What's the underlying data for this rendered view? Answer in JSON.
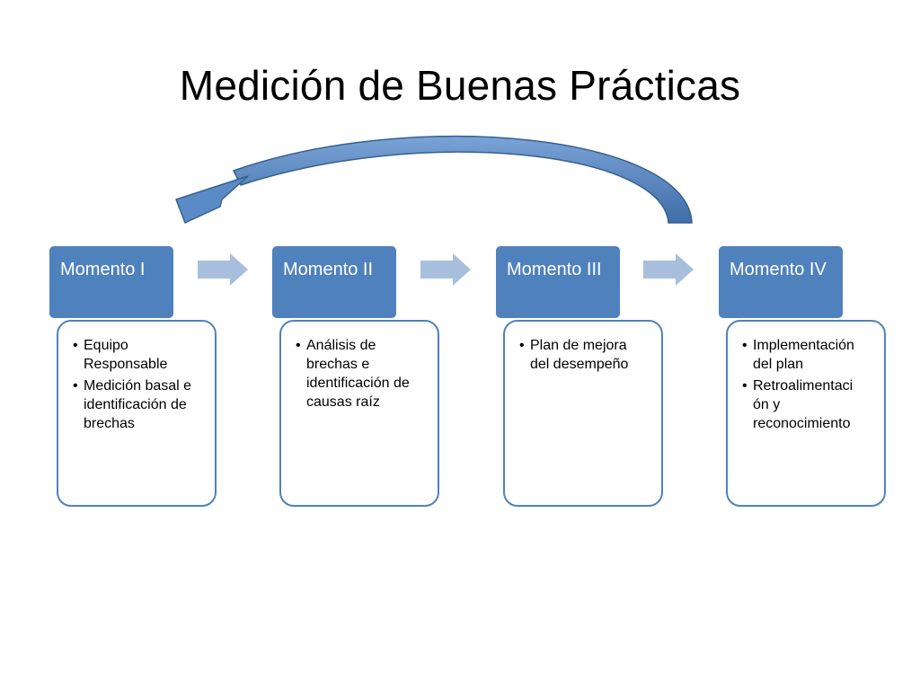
{
  "title": "Medición de Buenas Prácticas",
  "colors": {
    "header_fill": "#4f81bd",
    "card_border": "#4f81bd",
    "connector_fill": "#a7bfdd",
    "cycle_arrow": "#4f81bd"
  },
  "stages": [
    {
      "header": "Momento I",
      "bullets": [
        "Equipo Responsable",
        "Medición basal e identificación de brechas"
      ]
    },
    {
      "header": "Momento II",
      "bullets": [
        "Análisis de brechas e identificación de causas raíz"
      ]
    },
    {
      "header": "Momento III",
      "bullets": [
        "Plan de mejora del desempeño"
      ]
    },
    {
      "header": "Momento IV",
      "bullets": [
        "Implementación del plan",
        "Retroalimentaci ón y reconocimiento"
      ]
    }
  ],
  "connectors": [
    "arrow-right-icon",
    "arrow-right-icon",
    "arrow-right-icon"
  ],
  "cycle_arrow_icon": "curved-return-arrow-icon"
}
